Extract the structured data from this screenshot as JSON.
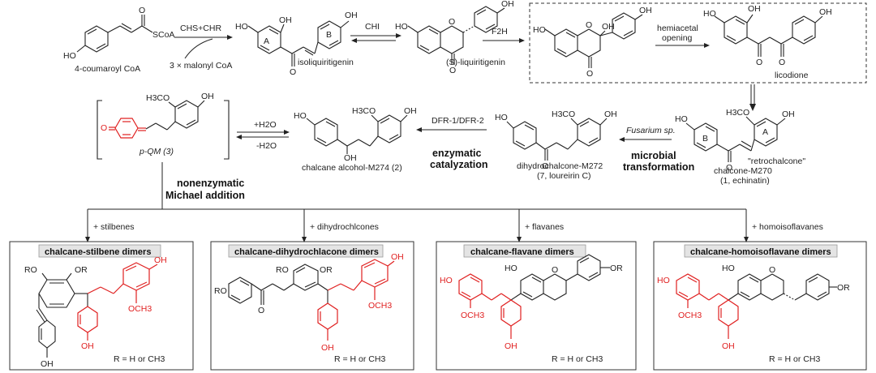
{
  "top_row": {
    "start_compound": "4-coumaroyl CoA",
    "scoa": "SCoA",
    "step1_enzyme": "CHS+CHR",
    "step1_cofactor": "3 × malonyl CoA",
    "isoliquiritigenin": "isoliquiritigenin",
    "ring_a": "A",
    "ring_b": "B",
    "step2_enzyme": "CHI",
    "liquiritigenin": "(S)-liquiritigenin",
    "step3_enzyme": "F2H",
    "step4_label": [
      "hemiacetal",
      "opening"
    ],
    "licodione": "licodione"
  },
  "middle_row": {
    "echinatin_note": "\"retrochalcone\"",
    "echinatin_name": "chalcone-M270",
    "echinatin_id": "(1, echinatin)",
    "ring_b": "B",
    "ring_a": "A",
    "fusarium": "Fusarium sp.",
    "microbial": [
      "microbial",
      "transformation"
    ],
    "m272_name": "dihydrochalcone-M272",
    "m272_id": "(7, loureirin C)",
    "enzyme_label": "DFR-1/DFR-2",
    "enzymatic": [
      "enzymatic",
      "catalyzation"
    ],
    "m274_name": "chalcane alcohol-M274 (2)",
    "plus_water": "+H2O",
    "minus_water": "-H2O",
    "pqm_label": "p-QM (3)",
    "nonenzymatic": [
      "nonenzymatic",
      "Michael addition"
    ]
  },
  "atoms": {
    "ho": "HO",
    "oh": "OH",
    "o": "O",
    "h3co": "H3CO",
    "och3": "OCH3",
    "ro": "RO",
    "or": "OR"
  },
  "branches": [
    "+ stilbenes",
    "+ dihydrochlcones",
    "+ flavanes",
    "+ homoisoflavanes"
  ],
  "boxes": [
    {
      "title": "chalcane-stilbene dimers",
      "r_note": "R = H or CH3"
    },
    {
      "title": "chalcane-dihydrochlacone dimers",
      "r_note": "R = H or CH3"
    },
    {
      "title": "chalcane-flavane dimers",
      "r_note": "R = H or CH3"
    },
    {
      "title": "chalcane-homoisoflavane dimers",
      "r_note": "R = H or CH3"
    }
  ],
  "colors": {
    "highlight": "#e02020",
    "ink": "#222222",
    "title_bg": "#e4e4e4"
  }
}
